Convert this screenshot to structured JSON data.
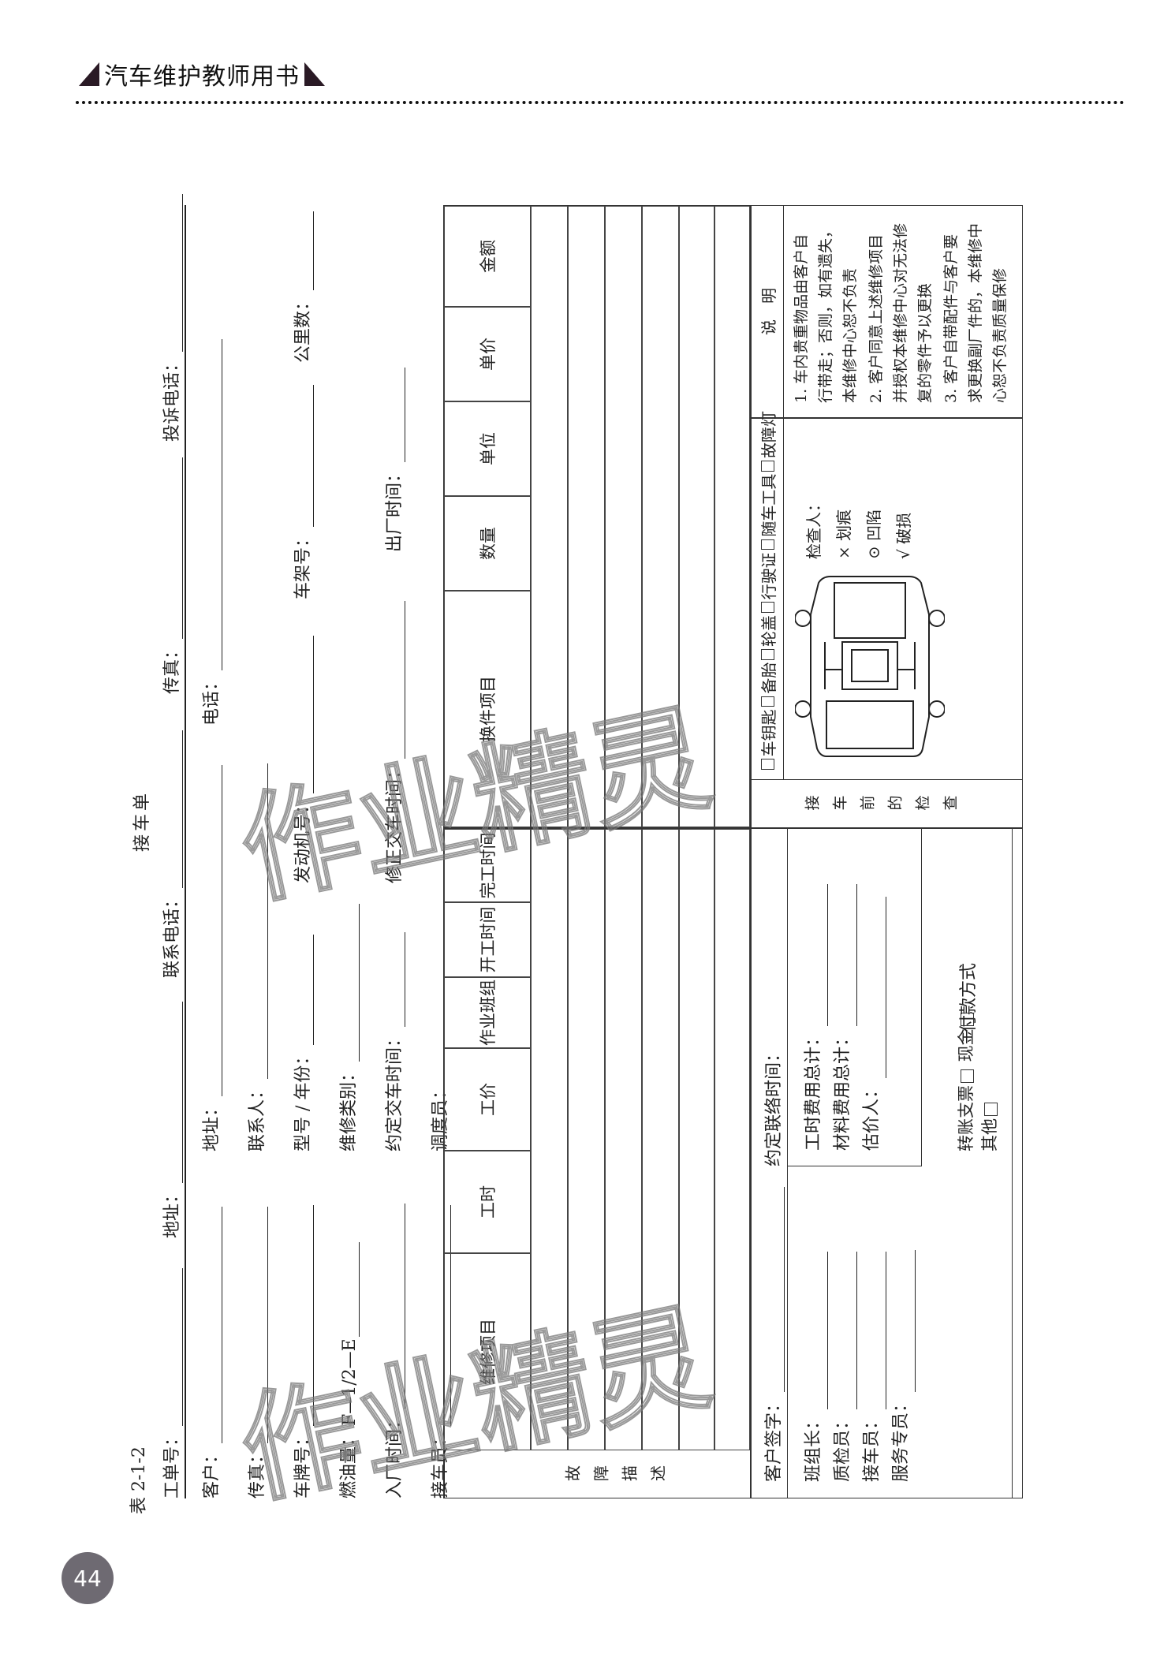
{
  "header": {
    "book_title": "汽车维护教师用书"
  },
  "page_number": "44",
  "form": {
    "caption": "表 2-1-2",
    "title": "接车单",
    "top_fields": [
      {
        "label": "工单号：",
        "value": ""
      },
      {
        "label": "地址：",
        "value": ""
      },
      {
        "label": "联系电话：",
        "value": ""
      },
      {
        "label": "传真：",
        "value": ""
      },
      {
        "label": "投诉电话：",
        "value": ""
      }
    ],
    "info_rows": [
      [
        {
          "label": "客户：",
          "value": ""
        },
        {
          "label": "地址：",
          "value": ""
        },
        {
          "label": "电话：",
          "value": ""
        }
      ],
      [
        {
          "label": "传真：",
          "value": ""
        },
        {
          "label": "联系人：",
          "value": ""
        }
      ],
      [
        {
          "label": "车牌号：",
          "value": ""
        },
        {
          "label": "型号 / 年份：",
          "value": ""
        },
        {
          "label": "发动机号：",
          "value": ""
        },
        {
          "label": "车架号：",
          "value": ""
        },
        {
          "label": "公里数：",
          "value": ""
        }
      ],
      [
        {
          "label": "燃油量：",
          "value": "F—1/2—E"
        },
        {
          "label": "维修类别：",
          "value": ""
        }
      ],
      [
        {
          "label": "入厂时间：",
          "value": ""
        },
        {
          "label": "约定交车时间：",
          "value": ""
        },
        {
          "label": "修正交车时间：",
          "value": ""
        },
        {
          "label": "出厂时间：",
          "value": ""
        }
      ],
      [
        {
          "label": "接车员：",
          "value": ""
        },
        {
          "label": "调度员：",
          "value": ""
        }
      ]
    ],
    "repair_table": {
      "side_label": "故障描述",
      "headers": [
        "维修项目",
        "工时",
        "工价",
        "作业班组",
        "开工时间",
        "完工时间"
      ],
      "rows": 6
    },
    "parts_table": {
      "headers": [
        "换件项目",
        "数量",
        "单位",
        "单价",
        "金额"
      ],
      "rows": 6
    },
    "footer_left": {
      "customer_signature": "客户签字：",
      "contact_time": "约定联络时间：",
      "staff": [
        "班组长：",
        "质检员：",
        "接车员：",
        "服务专员："
      ],
      "totals": [
        "工时费用总计：",
        "材料费用总计：",
        "估价人："
      ],
      "payment_label": "付款方式",
      "payment_options": [
        "转账支票",
        "现金",
        "其他"
      ]
    },
    "inspection": {
      "section_label": "接车前的检查",
      "checklist": [
        "车钥匙",
        "备胎",
        "轮盖",
        "行驶证",
        "随车工具",
        "故障灯"
      ],
      "inspector": "检查人：",
      "legend": [
        {
          "symbol": "×",
          "label": "划痕"
        },
        {
          "symbol": "⊙",
          "label": "凹陷"
        },
        {
          "symbol": "√",
          "label": "破损"
        }
      ]
    },
    "notes": {
      "title": "说　明",
      "items": [
        "1. 车内贵重物品由客户自行带走；否则，如有遗失，本维修中心恕不负责",
        "2. 客户同意上述维修项目并授权本维修中心对无法修复的零件予以更换",
        "3. 客户自带配件与客户要求更换副厂件的，本维修中心恕不负责质量保修"
      ]
    }
  },
  "watermark": "作业精灵"
}
